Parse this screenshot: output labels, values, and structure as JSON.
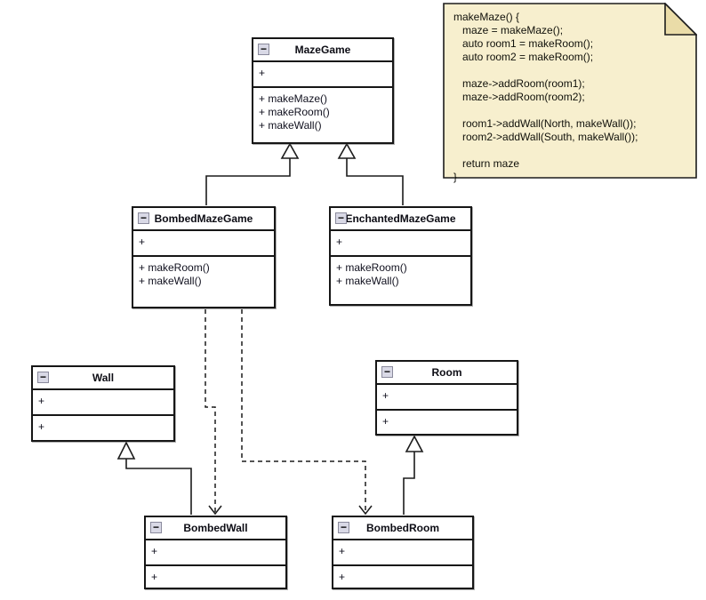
{
  "note": {
    "bg": "#F7EFCE",
    "fold_bg": "#EADCA8",
    "border": "#1c1c1c",
    "lines": [
      "makeMaze() {",
      "   maze = makeMaze();",
      "   auto room1 = makeRoom();",
      "   auto room2 = makeRoom();",
      "",
      "   maze->addRoom(room1);",
      "   maze->addRoom(room2);",
      "",
      "   room1->addWall(North, makeWall());",
      "   room2->addWall(South, makeWall());",
      "",
      "   return maze",
      "}"
    ]
  },
  "icons": {
    "collapse": "−"
  },
  "classes": [
    {
      "title": "MazeGame",
      "attributes": [
        "+"
      ],
      "methods": [
        "+ makeMaze()",
        "+ makeRoom()",
        "+ makeWall()"
      ]
    },
    {
      "title": "BombedMazeGame",
      "attributes": [
        "+"
      ],
      "methods": [
        "+ makeRoom()",
        "+ makeWall()"
      ]
    },
    {
      "title": "EnchantedMazeGame",
      "attributes": [
        "+"
      ],
      "methods": [
        "+ makeRoom()",
        "+ makeWall()"
      ]
    },
    {
      "title": "Wall",
      "attributes": [
        "+"
      ],
      "methods": [
        "+"
      ]
    },
    {
      "title": "Room",
      "attributes": [
        "+"
      ],
      "methods": [
        "+"
      ]
    },
    {
      "title": "BombedWall",
      "attributes": [
        "+"
      ],
      "methods": [
        "+"
      ]
    },
    {
      "title": "BombedRoom",
      "attributes": [
        "+"
      ],
      "methods": [
        "+"
      ]
    }
  ],
  "relations": [
    {
      "from": "BombedMazeGame",
      "to": "MazeGame",
      "type": "generalization"
    },
    {
      "from": "EnchantedMazeGame",
      "to": "MazeGame",
      "type": "generalization"
    },
    {
      "from": "BombedMazeGame",
      "to": "BombedWall",
      "type": "dependency"
    },
    {
      "from": "BombedMazeGame",
      "to": "BombedRoom",
      "type": "dependency"
    },
    {
      "from": "BombedWall",
      "to": "Wall",
      "type": "generalization"
    },
    {
      "from": "BombedRoom",
      "to": "Room",
      "type": "generalization"
    }
  ],
  "colors": {
    "line": "#1c1c1c",
    "box_border": "#161616",
    "box_bg": "#ffffff"
  }
}
